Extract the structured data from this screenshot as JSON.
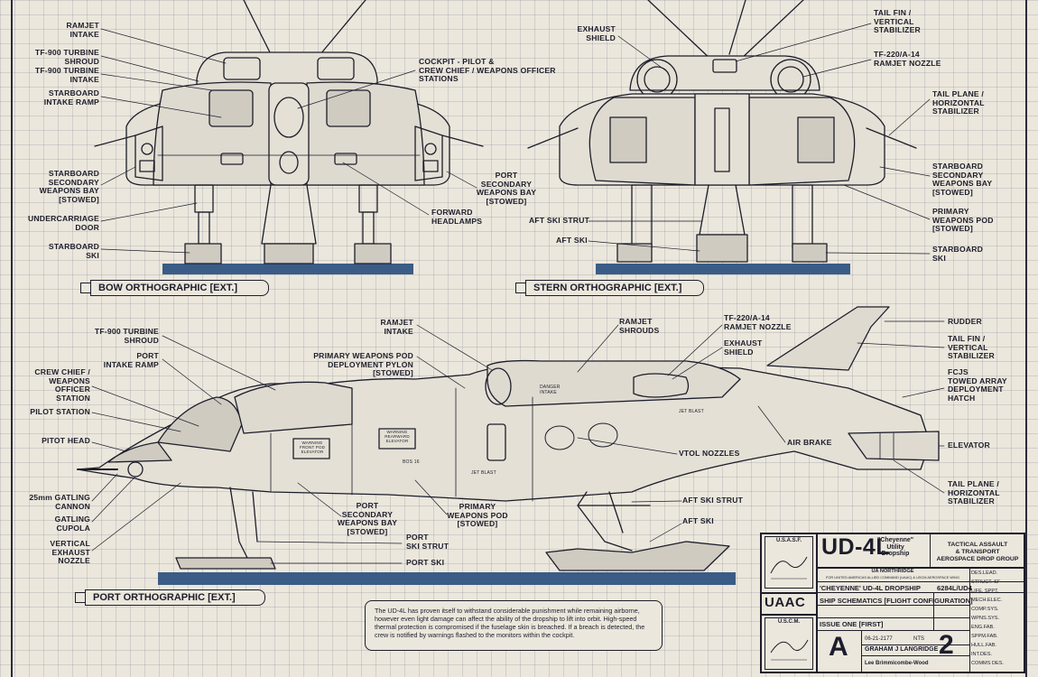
{
  "views": {
    "bow": "BOW ORTHOGRAPHIC [EXT.]",
    "stern": "STERN ORTHOGRAPHIC [EXT.]",
    "port": "PORT ORTHOGRAPHIC [EXT.]"
  },
  "bow_labels": {
    "ramjet_intake": "RAMJET\nINTAKE",
    "turbine_shroud": "TF-900 TURBINE\nSHROUD",
    "turbine_intake": "TF-900 TURBINE\nINTAKE",
    "intake_ramp": "STARBOARD\nINTAKE RAMP",
    "cockpit": "COCKPIT - PILOT &\nCREW CHIEF / WEAPONS OFFICER\nSTATIONS",
    "secondary_bay": "STARBOARD\nSECONDARY\nWEAPONS BAY\n[STOWED]",
    "undercarriage": "UNDERCARRIAGE\nDOOR",
    "starboard_ski": "STARBOARD\nSKI",
    "headlamps": "FORWARD\nHEADLAMPS",
    "port_secondary_bay": "PORT\nSECONDARY\nWEAPONS BAY\n[STOWED]"
  },
  "stern_labels": {
    "exhaust_shield": "EXHAUST\nSHIELD",
    "tail_fin": "TAIL FIN /\nVERTICAL\nSTABILIZER",
    "ramjet_nozzle": "TF-220/A-14\nRAMJET NOZZLE",
    "tail_plane": "TAIL PLANE /\nHORIZONTAL\nSTABILIZER",
    "starboard_secondary": "STARBOARD\nSECONDARY\nWEAPONS BAY\n[STOWED]",
    "primary_pod": "PRIMARY\nWEAPONS POD\n[STOWED]",
    "starboard_ski": "STARBOARD\nSKI",
    "aft_ski_strut": "AFT SKI STRUT",
    "aft_ski": "AFT SKI"
  },
  "port_labels": {
    "turbine_shroud": "TF-900 TURBINE\nSHROUD",
    "intake_ramp": "PORT\nINTAKE RAMP",
    "crew_chief": "CREW CHIEF /\nWEAPONS\nOFFICER\nSTATION",
    "pilot_station": "PILOT STATION",
    "pitot_head": "PITOT HEAD",
    "gatling_cannon": "25mm GATLING\nCANNON",
    "gatling_cupola": "GATLING\nCUPOLA",
    "vertical_exhaust": "VERTICAL\nEXHAUST\nNOZZLE",
    "ramjet_intake": "RAMJET\nINTAKE",
    "pod_pylon": "PRIMARY WEAPONS POD\nDEPLOYMENT PYLON\n[STOWED]",
    "ramjet_shrouds": "RAMJET\nSHROUDS",
    "ramjet_nozzle": "TF-220/A-14\nRAMJET NOZZLE",
    "exhaust_shield": "EXHAUST\nSHIELD",
    "rudder": "RUDDER",
    "tail_fin": "TAIL FIN /\nVERTICAL\nSTABILIZER",
    "fcjs": "FCJS\nTOWED ARRAY\nDEPLOYMENT\nHATCH",
    "air_brake": "AIR BRAKE",
    "elevator": "ELEVATOR",
    "vtol": "VTOL NOZZLES",
    "tail_plane": "TAIL PLANE /\nHORIZONTAL\nSTABILIZER",
    "aft_ski_strut": "AFT SKI STRUT",
    "aft_ski": "AFT SKI",
    "port_secondary": "PORT\nSECONDARY\nWEAPONS BAY\n[STOWED]",
    "primary_pod": "PRIMARY\nWEAPONS POD\n[STOWED]",
    "port_ski_strut": "PORT\nSKI STRUT",
    "port_ski": "PORT SKI"
  },
  "caption": "The UD-4L has proven itself to withstand considerable punishment while remaining airborne, however even light damage can affect the ability of the dropship to lift into orbit. High-speed thermal protection is compromised if the fuselage skin is breached. If a breach is detected, the crew is notified by warnings flashed to the monitors within the cockpit.",
  "title_block": {
    "usasf": "U.S.A.S.F.",
    "model": "UD-4L",
    "nickname": "\"Cheyenne\"\nUtility\nDropship",
    "group": "TACTICAL ASSAULT\n& TRANSPORT\nAEROSPACE DROP GROUP",
    "maker": "UA NORTHRIDGE",
    "maker_sub": "FOR UNITED AMERICAS ALLIED COMMAND (UAAC) & USCM AEROSPACE WING",
    "ship": "'CHEYENNE' UD-4L DROPSHIP",
    "code": "6284L/UD4",
    "uaac": "UAAC",
    "sheet_desc": "SHIP SCHEMATICS [FLIGHT CONFIGURATION]",
    "issue": "ISSUE ONE [FIRST]",
    "date": "06-21-2177",
    "scale": "NTS",
    "author": "GRAHAM J LANGRIDGE",
    "credit": "Lee Brimmicombe-Wood",
    "rev": "A",
    "sheet_no": "2",
    "uscm": "U.S.C.M.",
    "depts": [
      "DES.LEAD.",
      "STRUCT. SF",
      "LIFE. SPPT.",
      "MECH.ELEC.",
      "COMP.SYS.",
      "WPNS.SYS.",
      "ENG.FAB.",
      "SPPM.FAB.",
      "HULL.FAB.",
      "INT.DES.",
      "COMMS DES."
    ]
  },
  "markings": {
    "danger": "DANGER\nINTAKE",
    "warning1": "WARNING\nFRONT POD\nELEVATOR",
    "warning2": "WARNING\nREARWARD\nELEVATOR",
    "jet_blast1": "JET BLAST",
    "jet_blast2": "JET BLAST",
    "serial": "BOS 16"
  }
}
